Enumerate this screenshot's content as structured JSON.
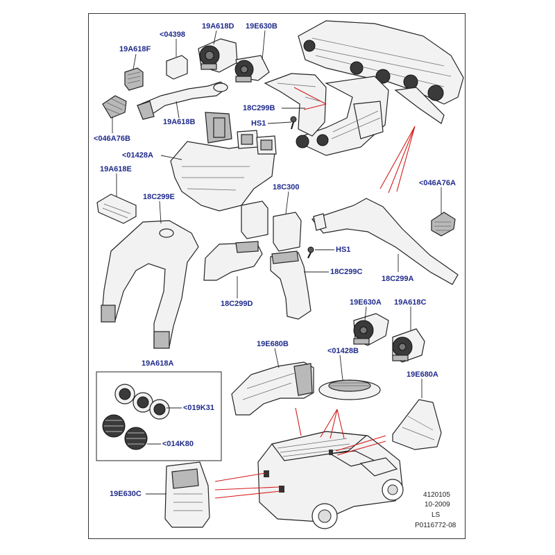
{
  "colors": {
    "label": "#1f2a8a",
    "accent": "#d41a1a",
    "line": "#222222"
  },
  "labels": {
    "p_19A618D": "19A618D",
    "p_19E630B": "19E630B",
    "p_04398": "<04398",
    "p_19A618F": "19A618F",
    "p_046A76B": "<046A76B",
    "p_19A618B": "19A618B",
    "p_18C299B": "18C299B",
    "p_HS1_top": "HS1",
    "p_01428A": "<01428A",
    "p_19A618E": "19A618E",
    "p_18C299E": "18C299E",
    "p_18C300": "18C300",
    "p_046A76A": "<046A76A",
    "p_HS1_mid": "HS1",
    "p_18C299C": "18C299C",
    "p_18C299A": "18C299A",
    "p_18C299D": "18C299D",
    "p_19E630A": "19E630A",
    "p_19A618C": "19A618C",
    "p_19E680B": "19E680B",
    "p_01428B": "<01428B",
    "p_19A618A": "19A618A",
    "p_019K31": "<019K31",
    "p_014K80": "<014K80",
    "p_19E680A": "19E680A",
    "p_19E630C": "19E630C"
  },
  "meta": {
    "ref": "4120105",
    "date": "10-2009",
    "code": "LS",
    "part_number": "P0116772-08"
  }
}
